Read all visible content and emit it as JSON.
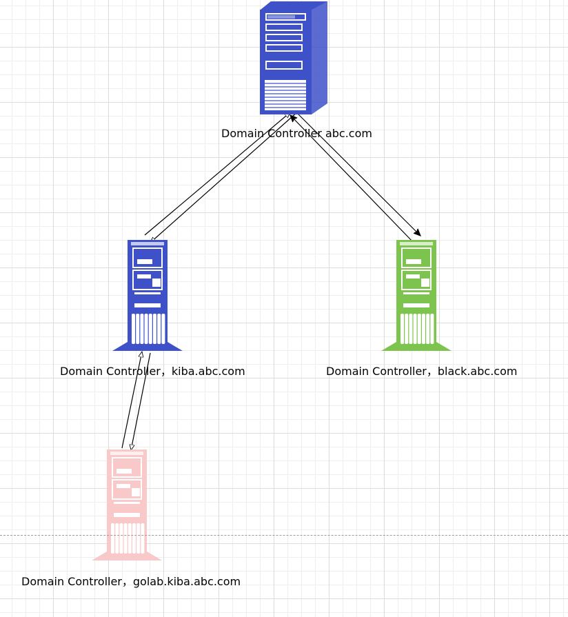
{
  "colors": {
    "root_server": "#3f51c9",
    "kiba_server": "#3f51c9",
    "black_server": "#7dc44f",
    "golab_server": "#f9c9c9",
    "connector": "#000000"
  },
  "nodes": [
    {
      "id": "abc",
      "label": "Domain Controller abc.com",
      "icon": "tower-server-icon",
      "color": "#3f51c9"
    },
    {
      "id": "kiba",
      "label": "Domain Controller，kiba.abc.com",
      "icon": "mainframe-server-icon",
      "color": "#3f51c9"
    },
    {
      "id": "black",
      "label": "Domain Controller，black.abc.com",
      "icon": "mainframe-server-icon",
      "color": "#7dc44f"
    },
    {
      "id": "golab",
      "label": "Domain Controller，golab.kiba.abc.com",
      "icon": "mainframe-server-icon",
      "color": "#f9c9c9"
    }
  ],
  "edges": [
    {
      "from": "kiba",
      "to": "abc",
      "arrow": "open"
    },
    {
      "from": "abc",
      "to": "kiba",
      "arrow": "open"
    },
    {
      "from": "abc",
      "to": "black",
      "arrow": "filled"
    },
    {
      "from": "black",
      "to": "abc",
      "arrow": "filled"
    },
    {
      "from": "golab",
      "to": "kiba",
      "arrow": "open"
    },
    {
      "from": "kiba",
      "to": "golab",
      "arrow": "open"
    }
  ]
}
